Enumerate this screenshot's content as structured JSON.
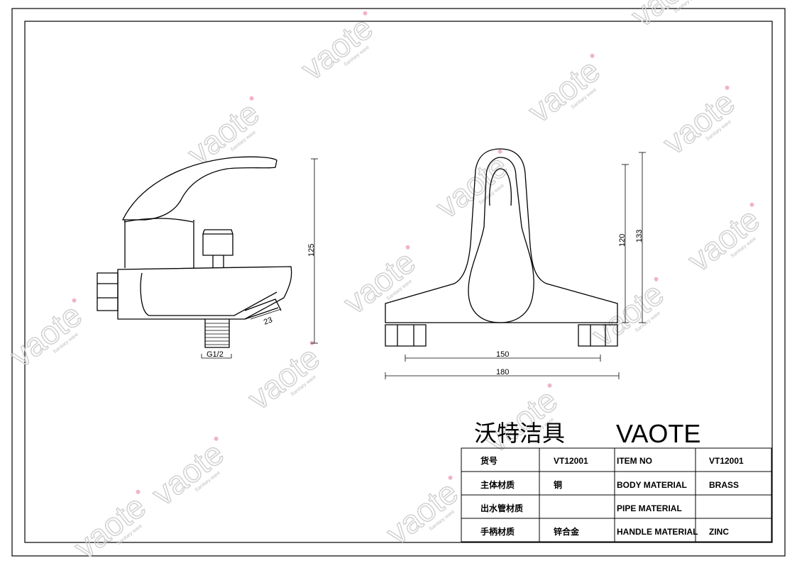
{
  "watermark": {
    "brand": "vaote",
    "sub": "Sanitary ware"
  },
  "side_view": {
    "height_dim": "125",
    "outlet_dim": "23",
    "thread_label": "G1/2"
  },
  "front_view": {
    "height_dim_1": "120",
    "height_dim_2": "133",
    "width_dim_1": "150",
    "width_dim_2": "180"
  },
  "title_block": {
    "title_cn": "沃特洁具",
    "title_en": "VAOTE",
    "rows": [
      [
        "货号",
        "VT12001",
        "ITEM NO",
        "VT12001"
      ],
      [
        "主体材质",
        "铜",
        "BODY MATERIAL",
        "BRASS"
      ],
      [
        "出水管材质",
        "",
        "PIPE MATERIAL",
        ""
      ],
      [
        "手柄材质",
        "锌合金",
        "HANDLE MATERIAL",
        "ZINC"
      ]
    ]
  }
}
